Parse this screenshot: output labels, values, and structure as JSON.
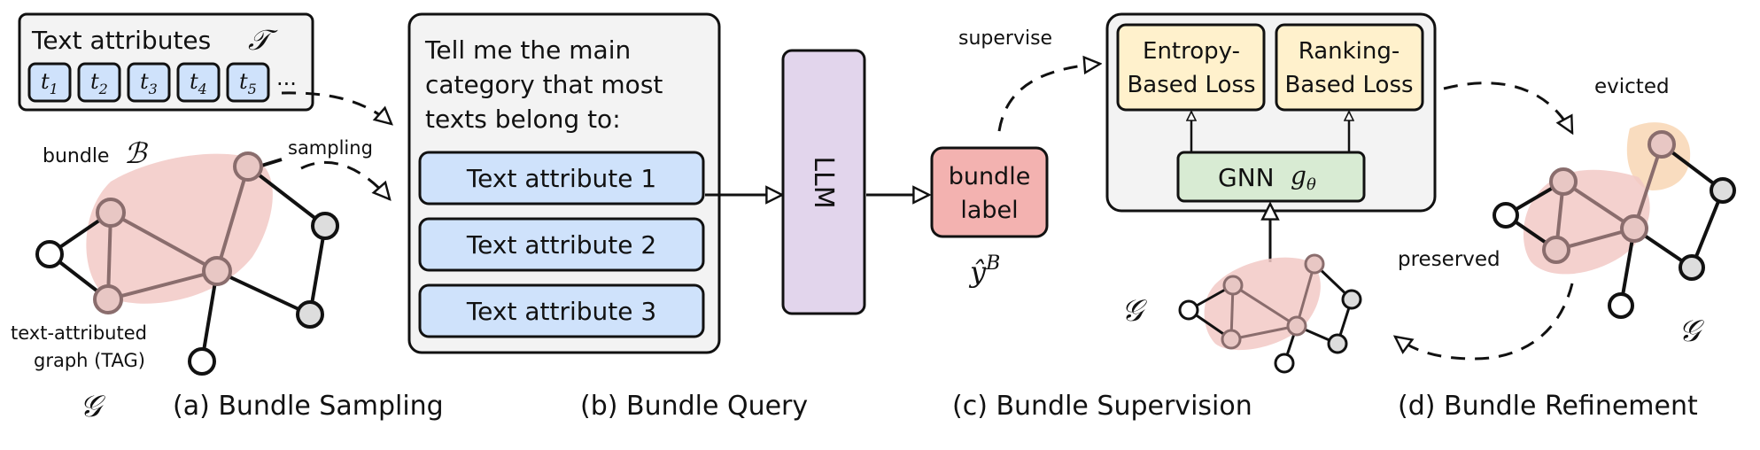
{
  "colors": {
    "pink": "#f2c9c6",
    "blue": "#cfe2fb",
    "purple": "#e2d5ec",
    "label_pink": "#f3b2b0",
    "cream": "#fff1cc",
    "green": "#d8ebd3",
    "orange_highlight": "#f8d8b8",
    "panel_gray": "#f3f3f3",
    "edge_highlight": "#8a6d6d"
  },
  "panel_a": {
    "text_attr_title": "Text attributes",
    "text_attr_symbol": "𝒯",
    "tokens": [
      {
        "base": "t",
        "sub": "1"
      },
      {
        "base": "t",
        "sub": "2"
      },
      {
        "base": "t",
        "sub": "3"
      },
      {
        "base": "t",
        "sub": "4"
      },
      {
        "base": "t",
        "sub": "5"
      }
    ],
    "ellipsis": "...",
    "sampling_label": "sampling",
    "bundle_label": "bundle",
    "bundle_symbol": "ℬ",
    "tag_line1": "text-attributed",
    "tag_line2": "graph (TAG)",
    "graph_symbol": "𝒢",
    "caption": "(a) Bundle Sampling"
  },
  "panel_b": {
    "prompt_lines": [
      "Tell me the main",
      "category that most",
      "texts belong to:"
    ],
    "attributes": [
      "Text attribute 1",
      "Text attribute 2",
      "Text attribute 3"
    ],
    "llm_label": "LLM",
    "caption": "(b) Bundle Query"
  },
  "panel_c": {
    "bundle_label_line1": "bundle",
    "bundle_label_line2": "label",
    "yhat_base": "ŷ",
    "yhat_sup": "B",
    "supervise": "supervise",
    "entropy_line1": "Entropy-",
    "entropy_line2": "Based Loss",
    "ranking_line1": "Ranking-",
    "ranking_line2": "Based Loss",
    "gnn_label": "GNN",
    "gnn_symbol_base": "g",
    "gnn_symbol_sub": "θ",
    "graph_symbol": "𝒢",
    "caption": "(c) Bundle Supervision"
  },
  "panel_d": {
    "evicted": "evicted",
    "preserved": "preserved",
    "graph_symbol": "𝒢",
    "caption": "(d) Bundle Refinement"
  }
}
